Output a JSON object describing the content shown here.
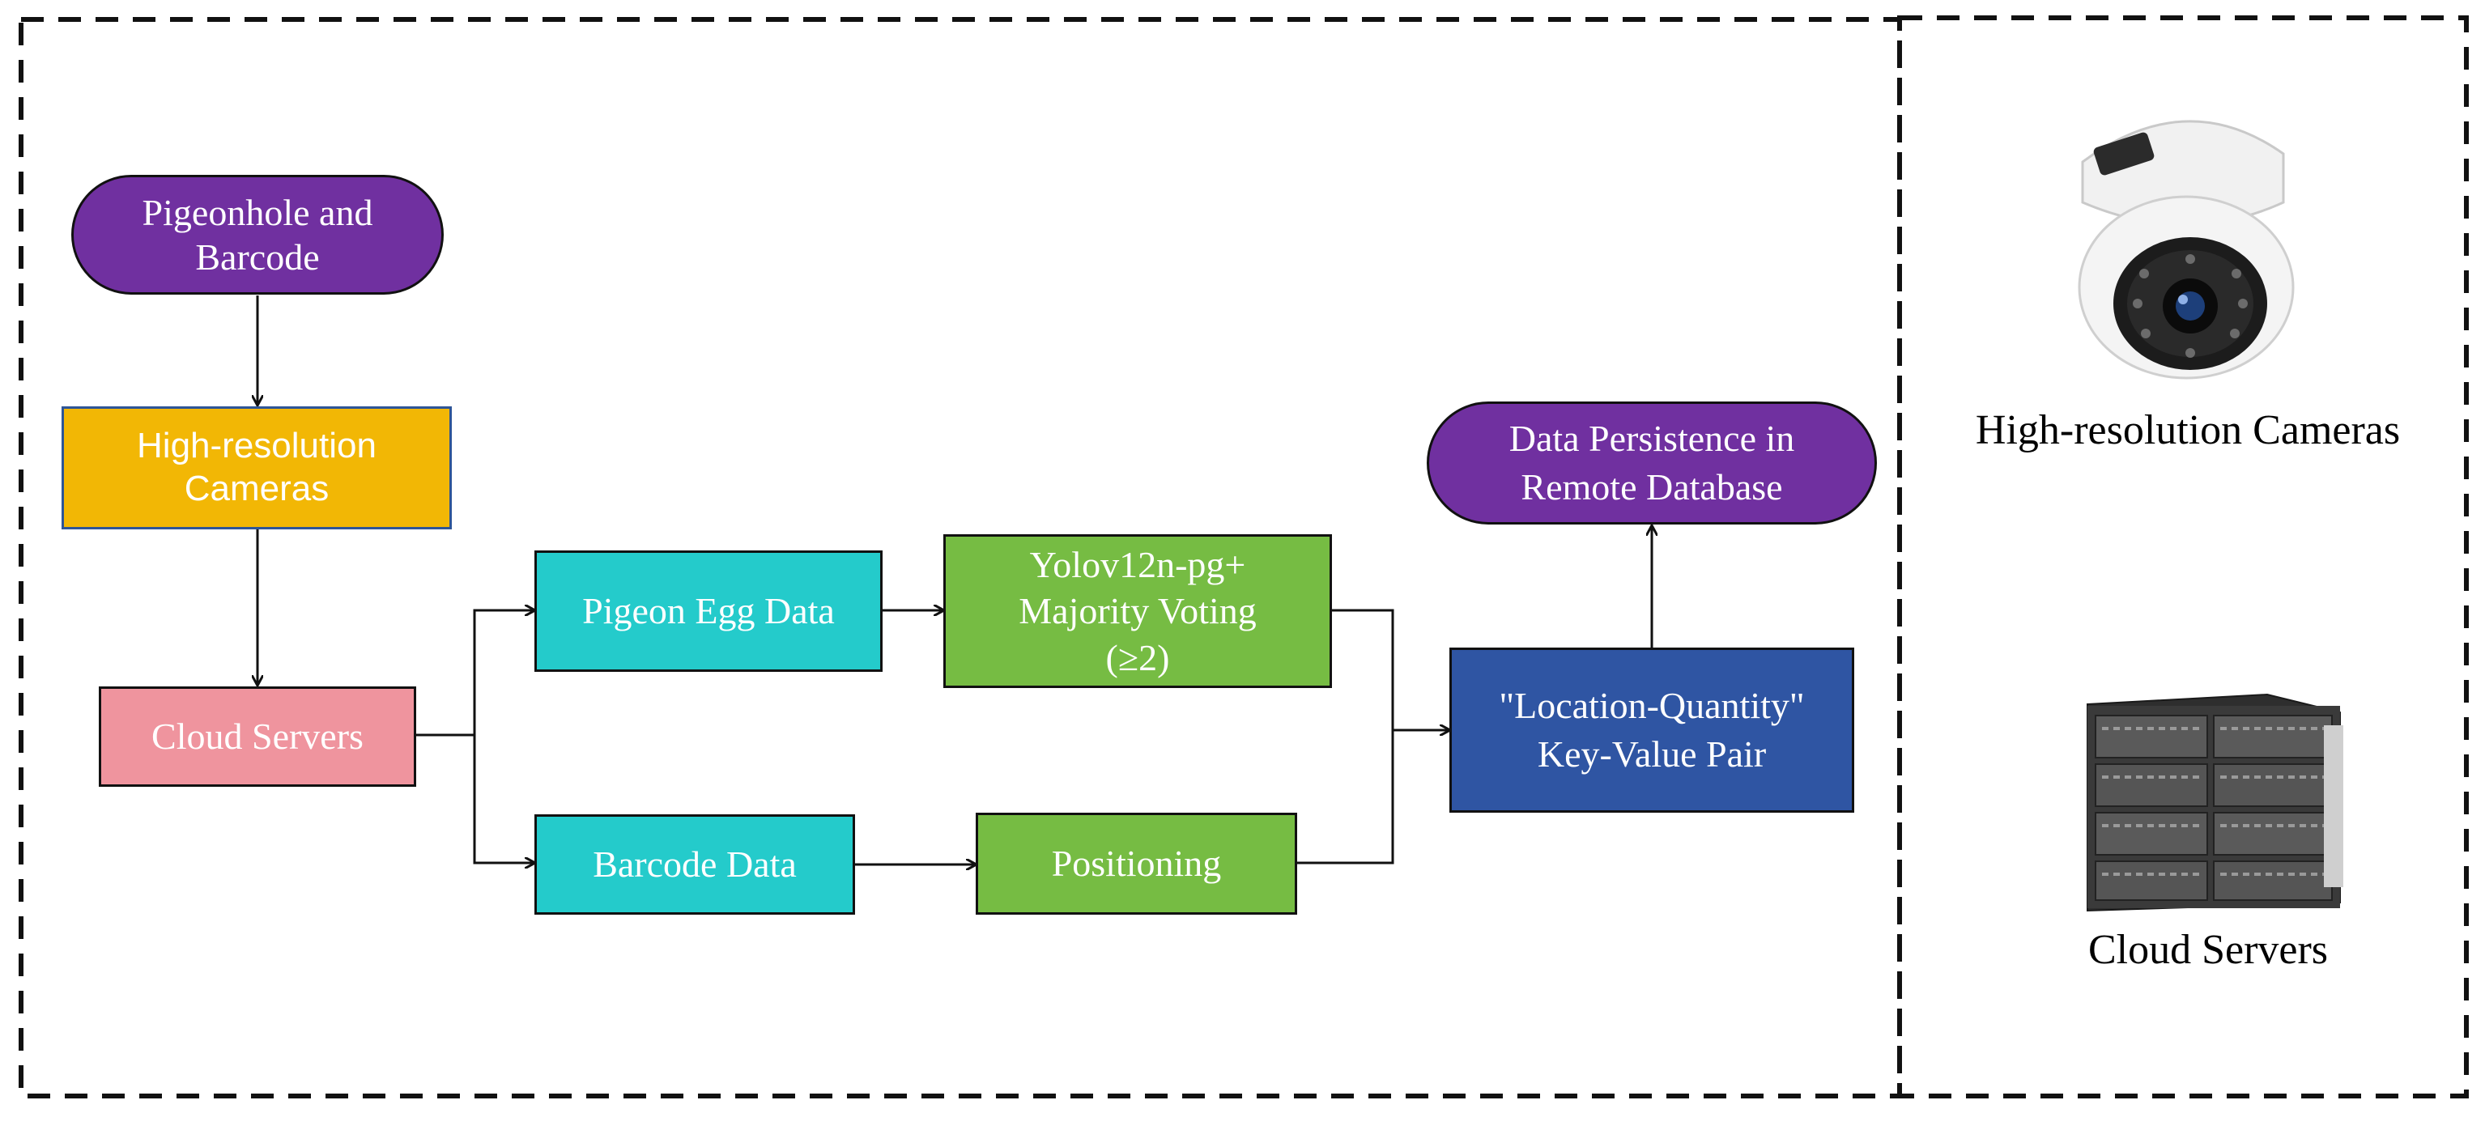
{
  "flow": {
    "pigeonhole": "Pigeonhole and\nBarcode",
    "cameras": "High-resolution\nCameras",
    "cloud": "Cloud Servers",
    "egg_data": "Pigeon Egg Data",
    "barcode_data": "Barcode Data",
    "yolo": "Yolov12n-pg+\nMajority Voting\n(≥2)",
    "positioning": "Positioning",
    "kv_pair": "\"Location-Quantity\"\nKey-Value Pair",
    "persistence": "Data Persistence in\nRemote Database"
  },
  "legend": {
    "camera_caption": "High-resolution Cameras",
    "server_caption": "Cloud Servers"
  },
  "colors": {
    "purple": "#7030A0",
    "yellow": "#F2B705",
    "pink": "#EF949E",
    "cyan": "#24CBCB",
    "green": "#76BC43",
    "blue": "#2F55A3",
    "line": "#111111"
  },
  "icons": {
    "camera": "dome-camera-icon",
    "server": "server-rack-icon"
  }
}
